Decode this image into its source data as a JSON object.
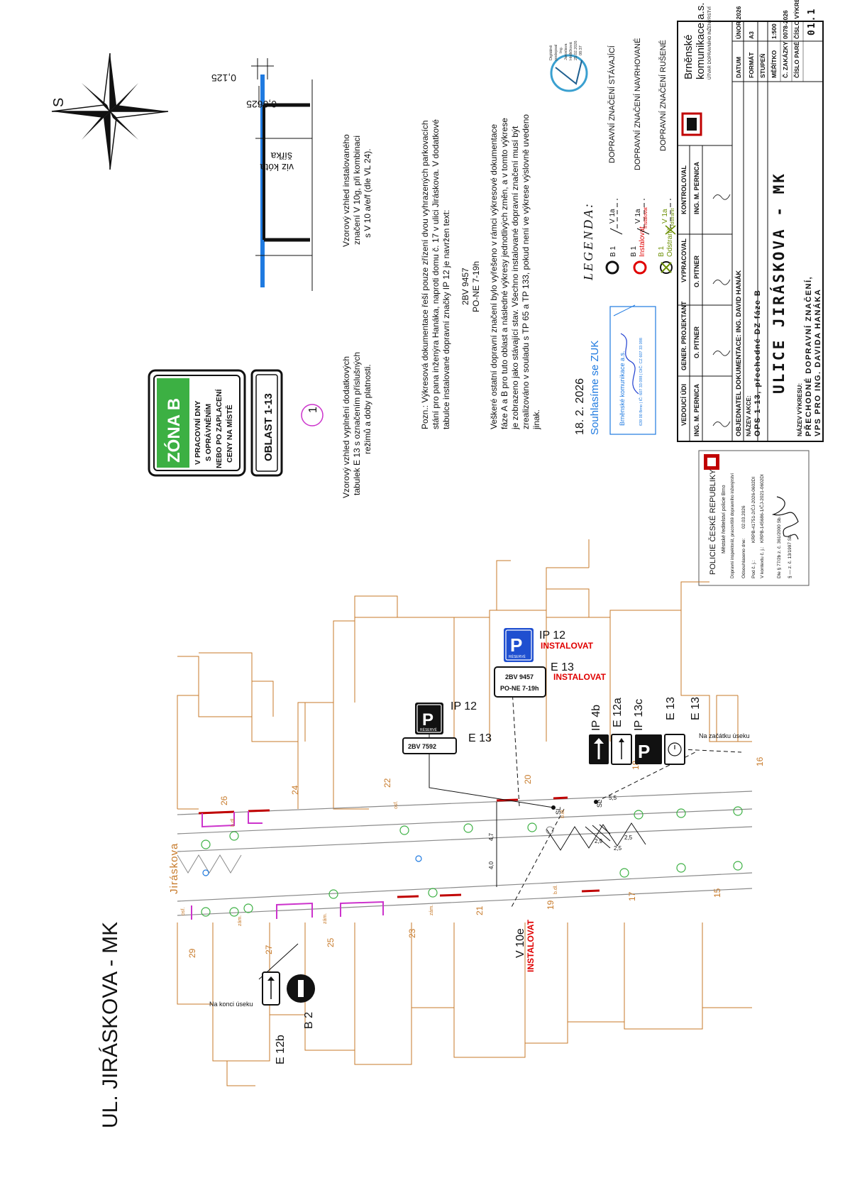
{
  "colors": {
    "plan_lines": "#c77a2a",
    "blue_mark": "#1f7ae0",
    "install_red": "#e00000",
    "ink": "#111111",
    "greenery": "#3cb043",
    "pink": "#cc33cc",
    "gray_road": "#8a8a8a"
  },
  "icons": [
    "compass-rose-icon",
    "parking-sign-icon",
    "no-entry-sign-icon",
    "one-way-sign-icon",
    "wheelchair-icon",
    "signature-icon",
    "digital-seal-icon",
    "police-emblem-icon"
  ],
  "main_title": "UL. JIRÁSKOVA - MK",
  "compass": {
    "label": "S"
  },
  "plan": {
    "street_label": "Jiráskova",
    "house_numbers": [
      "29",
      "27",
      "25",
      "23",
      "21",
      "19",
      "17",
      "15",
      "26",
      "24",
      "22",
      "20",
      "18",
      "16"
    ],
    "sidewalk_labels": {
      "osf": "osf.",
      "bdl": "b.dl.",
      "zam": "zám."
    },
    "dims": [
      "4,7",
      "4,0",
      "2,9",
      "2,5",
      "2,5",
      "5,5"
    ],
    "signs": {
      "start": {
        "code": "E 12b",
        "code2": "B 2",
        "note": "Na konci úseku"
      },
      "ip12_existing": {
        "code": "IP 12",
        "plate": "2BV 7592",
        "code2": "E 13",
        "res": "RÉSERVÉ",
        "p": "P"
      },
      "ip12_new": {
        "code": "IP 12",
        "action": "INSTALOVAT",
        "res": "RÉSERVÉ",
        "p": "P"
      },
      "e13_new": {
        "code": "E 13",
        "action": "INSTALOVAT",
        "plate_line1": "2BV 9457",
        "plate_line2": "PO-NE 7-19h"
      },
      "cluster": {
        "codes": [
          "IP 4b",
          "E 12a",
          "IP 13c",
          "E 13",
          "E 13"
        ],
        "note": "Na začátku úseku"
      },
      "v10e": {
        "code": "V 10e",
        "action": "INSTALOVAT"
      },
      "sl": "SL"
    }
  },
  "zone_sign": {
    "title": "ZÓNA B",
    "lines": [
      "V PRACOVNÍ DNY",
      "S OPRÁVNĚNÍM",
      "NEBO PO ZAPLACENÍ",
      "CENY NA MÍSTĚ"
    ],
    "oblast": "OBLAST 1-13",
    "circle_number": "1"
  },
  "notes": {
    "e13_note": [
      "Vzorový vzhled vyplnění dodatkových",
      "tabulek E 13 s označením příslušných",
      "režimů a doby platnosti."
    ],
    "v10_note": [
      "Vzorový vzhled instalovaného",
      "značení V 10g, při kombinaci",
      "s V 10 a/e/f (dle VL 24)."
    ],
    "dim_0125": "0,125",
    "dim_00625": "0,0625",
    "dim_width": "šířka",
    "dim_width2": "viz kóta",
    "pozn": [
      "Pozn.: Výkresová dokumentace řeší pouze zřízení dvou vyhrazených parkovacích",
      "stání pro pana inženýra Hanáka, naproti domu č. 17 v ulici Jiráskova. V dodatkové",
      "tabulce instalované dopravní značky IP 12 je navržen text:"
    ],
    "pozn_plate": [
      "2BV 9457",
      "PO-NE 7-19h"
    ],
    "other": [
      "Veškeré ostatní dopravní značení bylo vyřešeno v rámci výkresové dokumentace",
      "fáze A a B pro tuto oblast a následné výkresy jednotlivých změn, a v tomto výkrese",
      "je zobrazeno jako stávající stav. Všechno instalované dopravní značení musí být",
      "zrealizováno v souladu s TP 65 a TP 133, pokud není ve výkrese výslovně uvedeno",
      "jinak."
    ]
  },
  "legend": {
    "title": "LEGENDA:",
    "b1": "B 1",
    "v1a": "V 1a",
    "instalovat": "Instalovat",
    "odstranit": "Odstranit",
    "existing": "DOPRAVNÍ ZNAČENÍ STÁVAJÍCÍ",
    "proposed": "DOPRAVNÍ ZNAČENÍ NAVRHOVANÉ",
    "removed": "DOPRAVNÍ ZNAČENÍ RUŠENÉ"
  },
  "approval": {
    "date": "18. 2. 2026",
    "label": "Souhlasíme se ZUK",
    "company": "Brněnské komunikace a.s.",
    "company_small": "639 00 Brno | IČ: 607 33 098 | DIČ: CZ 607 33 098"
  },
  "digital_seal": [
    "Digitálně",
    "podepsal",
    "Ing.",
    "Jaroslava",
    "Hrdličková",
    "25.02.2026",
    "08:37"
  ],
  "police": {
    "title": "POLICIE ČESKÉ REPUBLIKY",
    "sub1": "Městské ředitelství policie Brno",
    "sub2": "Dopravní inspektorát, pracoviště dopravního inženýrství",
    "date_label": "Odsouhlaseno dne:",
    "date": "02.03.2026",
    "ref1_label": "Pod č. j.:",
    "ref1": "KRPB-41751-2/ČJ-2026-0602DI",
    "ref2_label": "V kontextu č. j.:",
    "ref2": "KRPB-145686-1/ČJ-2021-0602DI",
    "law1": "Dle § 77/2b z. č. 361/2000 Sb.",
    "law2": "§ — z. č. 13/1997 Sb."
  },
  "title_block": {
    "roles": [
      "VEDOUCÍ ÚDI",
      "GENER. PROJEKTANT",
      "VYPRACOVAL",
      "KONTROLOVAL"
    ],
    "names": [
      "ING. M. PERNICA",
      "O. PITNER",
      "O. PITNER",
      "ING. M. PERNICA"
    ],
    "objednatel": "OBJEDNATEL DOKUMENTACE: ING. DAVID HANÁK",
    "akce_label": "NÁZEV AKCE:",
    "akce": "OPS 1-13, přechodné DZ fáze B",
    "street": "ULICE JIRÁSKOVA - MK",
    "vykres_label": "NÁZEV VÝKRESU:",
    "vykres1": "PŘECHODNÉ DOPRAVNÍ ZNAČENÍ,",
    "vykres2": "VPS PRO ING. DAVIDA HANÁKA",
    "company1": "Brněnské",
    "company2": "komunikace a.s.",
    "company3": "ÚTVAR DOPRAVNÍHO INŽENÝRSTVÍ",
    "fields": [
      {
        "k": "DATUM",
        "v": "ÚNOR 2026"
      },
      {
        "k": "FORMÁT",
        "v": "A3"
      },
      {
        "k": "STUPEŇ",
        "v": ""
      },
      {
        "k": "MĚŘÍTKO",
        "v": "1:500"
      },
      {
        "k": "Č. ZAKÁZKY",
        "v": "0078-2026"
      },
      {
        "k": "ČÍSLO PARÉ",
        "v": "ČÍSLO VÝKRESU"
      },
      {
        "k": "",
        "v": "01.1"
      }
    ]
  }
}
